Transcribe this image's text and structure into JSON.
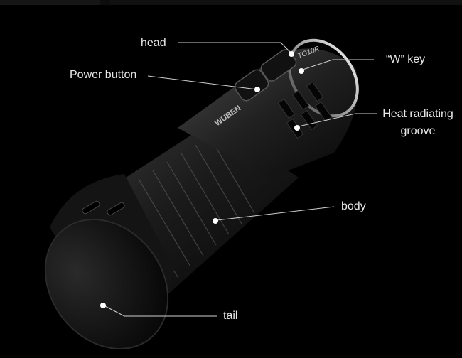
{
  "labels": {
    "head": "head",
    "power_button": "Power button",
    "w_key": "“W” key",
    "heat_line1": "Heat radiating",
    "heat_line2": "groove",
    "body": "body",
    "tail": "tail"
  },
  "engraving": {
    "brand": "WUBEN",
    "model": "TO10R"
  },
  "colors": {
    "background": "#000000",
    "label_text": "#e8e8e8",
    "callout_line": "#cfcfcf",
    "callout_dot": "#ffffff"
  }
}
